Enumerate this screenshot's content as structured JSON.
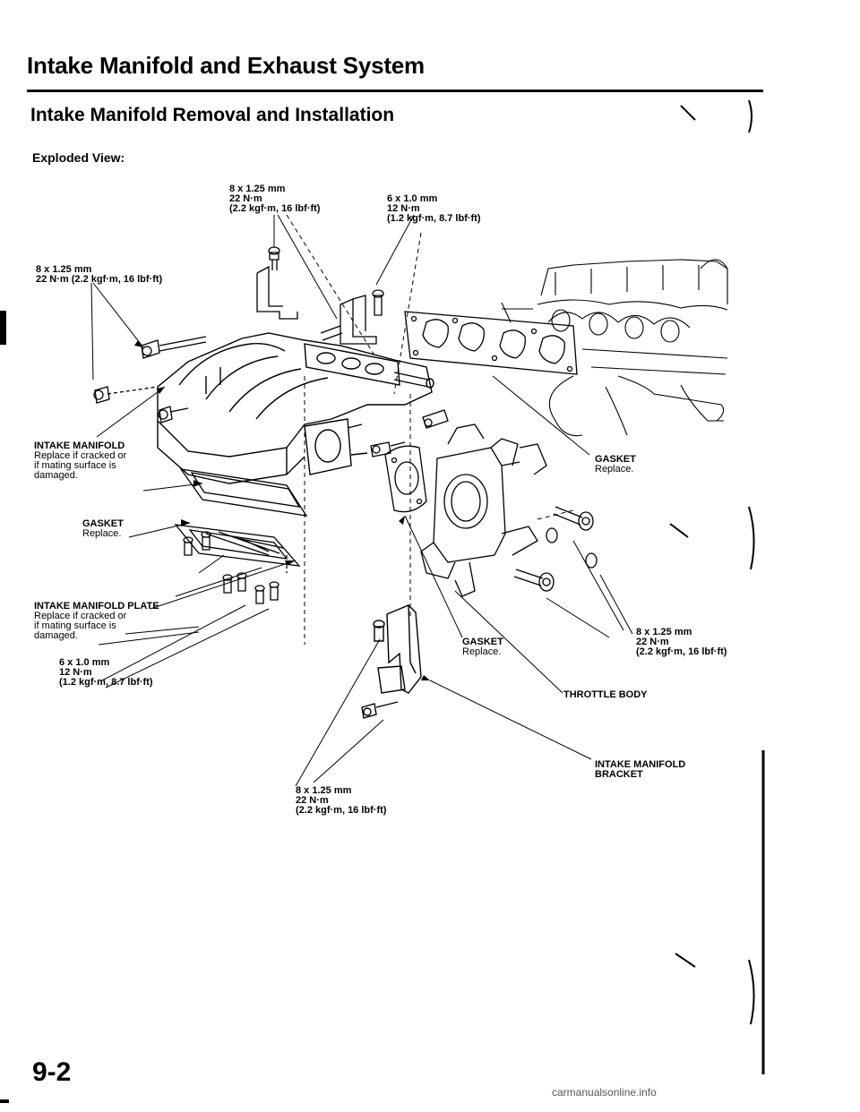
{
  "header": {
    "title": "Intake Manifold and Exhaust System",
    "section_title": "Intake Manifold Removal and Installation",
    "view_label": "Exploded View:"
  },
  "callouts": {
    "bolt_top_left": {
      "line1": "8 x 1.25 mm",
      "line2": "22 N·m",
      "line3": "(2.2 kgf·m, 16 lbf·ft)"
    },
    "bolt_top_right": {
      "line1": "6 x 1.0 mm",
      "line2": "12 N·m",
      "line3": "(1.2 kgf·m, 8.7 lbf·ft)"
    },
    "bolt_left": {
      "line1": "8 x 1.25 mm",
      "line2": "22 N·m (2.2 kgf·m, 16 lbf·ft)"
    },
    "intake_manifold": {
      "title": "INTAKE MANIFOLD",
      "line1": "Replace if cracked or",
      "line2": "if mating surface is",
      "line3": "damaged."
    },
    "gasket_left": {
      "title": "GASKET",
      "note": "Replace."
    },
    "manifold_plate": {
      "title": "INTAKE MANIFOLD PLATE",
      "line1": "Replace if cracked or",
      "line2": "if mating surface is",
      "line3": "damaged."
    },
    "bolt_plate": {
      "line1": "6 x 1.0 mm",
      "line2": "12 N·m",
      "line3": "(1.2 kgf·m, 8.7 lbf·ft)"
    },
    "gasket_right": {
      "title": "GASKET",
      "note": "Replace."
    },
    "gasket_center": {
      "title": "GASKET",
      "note": "Replace."
    },
    "bolt_throttle": {
      "line1": "8 x 1.25 mm",
      "line2": "22 N·m",
      "line3": "(2.2 kgf·m, 16 lbf·ft)"
    },
    "throttle_body": {
      "title": "THROTTLE BODY"
    },
    "manifold_bracket": {
      "title": "INTAKE MANIFOLD",
      "title2": "BRACKET"
    },
    "bolt_bracket": {
      "line1": "8 x 1.25 mm",
      "line2": "22 N·m",
      "line3": "(2.2 kgf·m, 16 lbf·ft)"
    }
  },
  "footer": {
    "page_number": "9-2",
    "watermark": "carmanualsonline.info"
  }
}
